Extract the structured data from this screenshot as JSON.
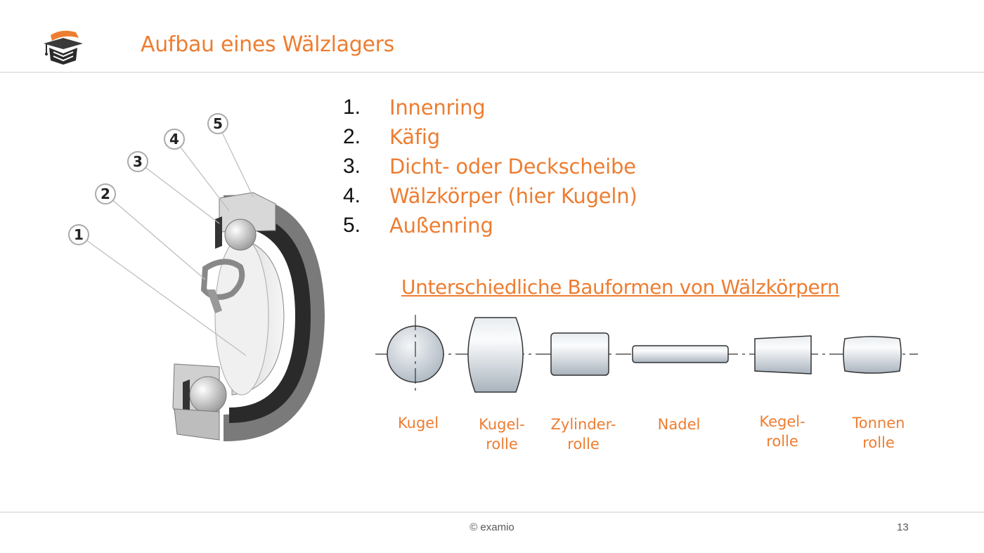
{
  "header": {
    "title": "Aufbau eines Wälzlagers"
  },
  "brand": {
    "accent": "#ed7d31",
    "logo_icon": "graduation-cap-book-icon"
  },
  "bearing_callouts": [
    "1",
    "2",
    "3",
    "4",
    "5"
  ],
  "parts": [
    {
      "num": "1.",
      "label": "Innenring"
    },
    {
      "num": "2.",
      "label": "Käfig"
    },
    {
      "num": "3.",
      "label": "Dicht- oder Deckscheibe"
    },
    {
      "num": "4.",
      "label": "Wälzkörper (hier Kugeln)"
    },
    {
      "num": "5.",
      "label": "Außenring"
    }
  ],
  "section_heading": "Unterschiedliche Bauformen von Wälzkörpern",
  "rolling_elements": [
    {
      "line1": "Kugel",
      "line2": ""
    },
    {
      "line1": "Kugel-",
      "line2": "rolle"
    },
    {
      "line1": "Zylinder-",
      "line2": "rolle"
    },
    {
      "line1": "Nadel",
      "line2": ""
    },
    {
      "line1": "Kegel-",
      "line2": "rolle"
    },
    {
      "line1": "Tonnen",
      "line2": "rolle"
    }
  ],
  "footer": {
    "copyright": "© examio",
    "page": "13"
  }
}
